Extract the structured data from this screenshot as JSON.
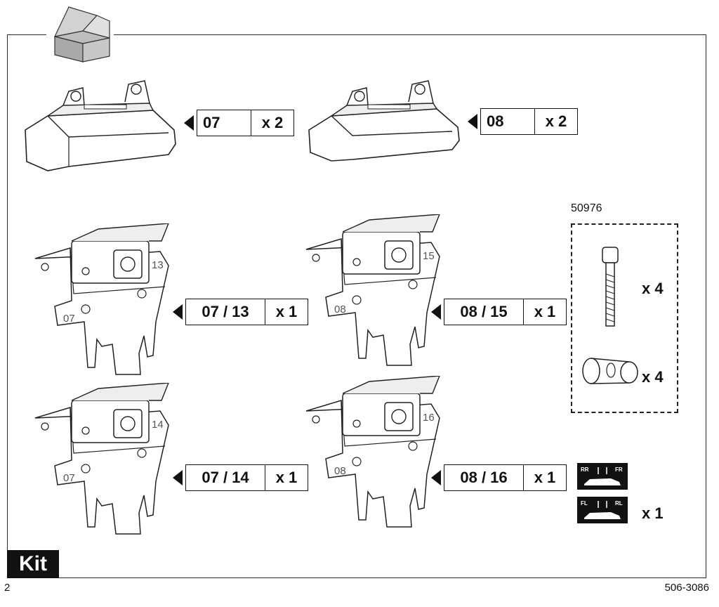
{
  "parts": [
    {
      "code": "07",
      "qty": "x 2"
    },
    {
      "code": "08",
      "qty": "x 2"
    },
    {
      "code": "07 / 13",
      "qty": "x 1",
      "stamp_top": "13",
      "stamp_bottom": "07"
    },
    {
      "code": "08 / 15",
      "qty": "x 1",
      "stamp_top": "15",
      "stamp_bottom": "08"
    },
    {
      "code": "07 / 14",
      "qty": "x 1",
      "stamp_top": "14",
      "stamp_bottom": "07"
    },
    {
      "code": "08 / 16",
      "qty": "x 1",
      "stamp_top": "16",
      "stamp_bottom": "08"
    }
  ],
  "kit_pack": {
    "number": "50976",
    "bolt_qty": "x 4",
    "sleeve_qty": "x 4"
  },
  "stickers": {
    "top_labels": [
      "RR",
      "FR"
    ],
    "bottom_labels": [
      "FL",
      "RL"
    ],
    "qty": "x 1"
  },
  "footer": {
    "section_label": "Kit",
    "page_number": "2",
    "doc_number": "506-3086"
  },
  "icons": [
    "box-icon",
    "foot-pad-icon",
    "clamp-bracket-icon",
    "bolt-icon",
    "sleeve-icon",
    "car-sticker-icon"
  ]
}
